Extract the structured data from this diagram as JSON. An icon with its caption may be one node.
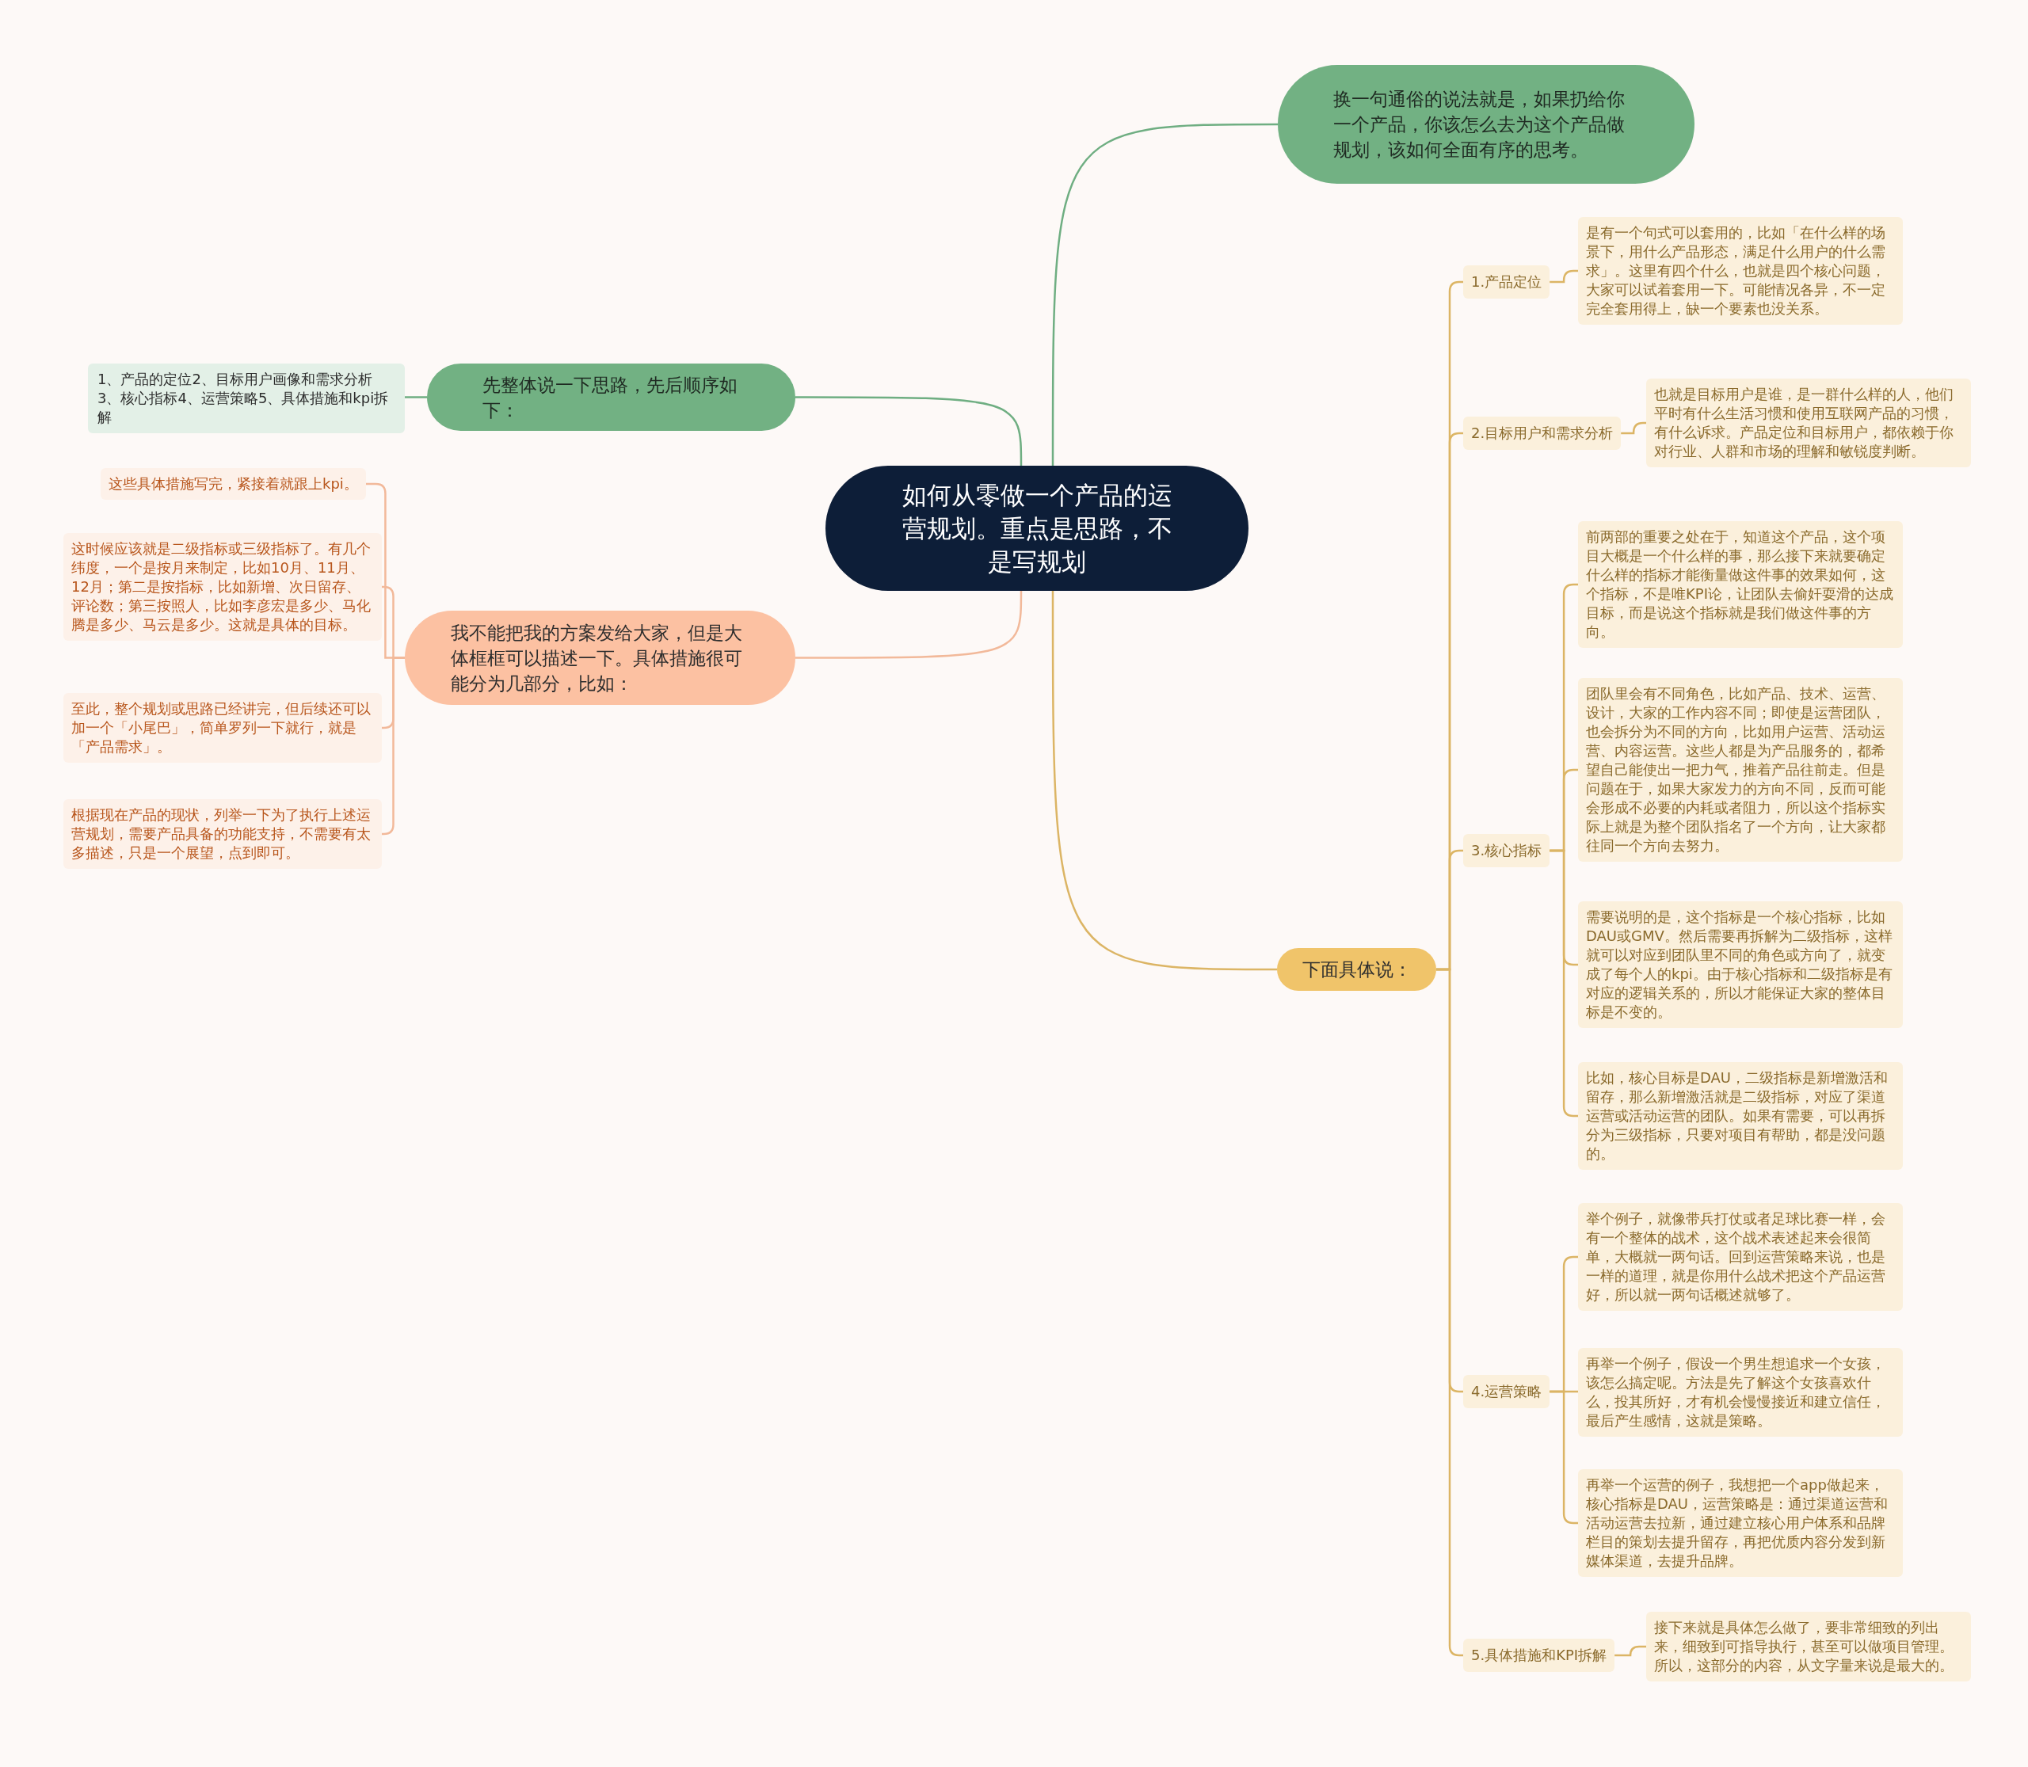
{
  "diagram": {
    "nodes": [
      {
        "text": [
          "如何从零做一个产品的运营规划。重点是思路，不是写规划"
        ]
      },
      {
        "text": [
          "先整体说一下思路，先后顺序如下："
        ]
      },
      {
        "text": [
          "1、产品的定位2、目标用户画像和需求分析3、核心指标4、运营策略5、具体措施和kpi拆解"
        ]
      },
      {
        "text": [
          "我不能把我的方案发给大家，但是大体框框可以描述一下。具体措施很可能分为几部分，比如："
        ]
      },
      {
        "text": [
          "这些具体措施写完，紧接着就跟上kpi。"
        ]
      },
      {
        "text": [
          "这时候应该就是二级指标或三级指标了。有几个纬度，一个是按月来制定，比如10月、11月、12月；第二是按指标，比如新增、次日留存、评论数；第三按照人，比如李彦宏是多少、马化腾是多少、马云是多少。这就是具体的目标。"
        ]
      },
      {
        "text": [
          "至此，整个规划或思路已经讲完，但后续还可以加一个「小尾巴」，简单罗列一下就行，就是「产品需求」。"
        ]
      },
      {
        "text": [
          "根据现在产品的现状，列举一下为了执行上述运营规划，需要产品具备的功能支持，不需要有太多描述，只是一个展望，点到即可。"
        ]
      },
      {
        "text": [
          "换一句通俗的说法就是，如果扔给你一个产品，你该怎么去为这个产品做规划，该如何全面有序的思考。"
        ]
      },
      {
        "text": [
          "下面具体说："
        ]
      },
      {
        "text": [
          "1.产品定位"
        ]
      },
      {
        "text": [
          "是有一个句式可以套用的，比如「在什么样的场景下，用什么产品形态，满足什么用户的什么需求」。这里有四个什么，也就是四个核心问题，大家可以试着套用一下。可能情况各异，不一定完全套用得上，缺一个要素也没关系。"
        ]
      },
      {
        "text": [
          "2.目标用户和需求分析"
        ]
      },
      {
        "text": [
          "也就是目标用户是谁，是一群什么样的人，他们平时有什么生活习惯和使用互联网产品的习惯，有什么诉求。产品定位和目标用户，都依赖于你对行业、人群和市场的理解和敏锐度判断。"
        ]
      },
      {
        "text": [
          "3.核心指标"
        ]
      },
      {
        "text": [
          "前两部的重要之处在于，知道这个产品，这个项目大概是一个什么样的事，那么接下来就要确定什么样的指标才能衡量做这件事的效果如何，这个指标，不是唯KPI论，让团队去偷奸耍滑的达成目标，而是说这个指标就是我们做这件事的方向。"
        ]
      },
      {
        "text": [
          "团队里会有不同角色，比如产品、技术、运营、设计，大家的工作内容不同；即使是运营团队，也会拆分为不同的方向，比如用户运营、活动运营、内容运营。这些人都是为产品服务的，都希望自己能使出一把力气，推着产品往前走。但是问题在于，如果大家发力的方向不同，反而可能会形成不必要的内耗或者阻力，所以这个指标实际上就是为整个团队指名了一个方向，让大家都往同一个方向去努力。"
        ]
      },
      {
        "text": [
          "需要说明的是，这个指标是一个核心指标，比如DAU或GMV。然后需要再拆解为二级指标，这样就可以对应到团队里不同的角色或方向了，就变成了每个人的kpi。由于核心指标和二级指标是有对应的逻辑关系的，所以才能保证大家的整体目标是不变的。"
        ]
      },
      {
        "text": [
          "比如，核心目标是DAU，二级指标是新增激活和留存，那么新增激活就是二级指标，对应了渠道运营或活动运营的团队。如果有需要，可以再拆分为三级指标，只要对项目有帮助，都是没问题的。"
        ]
      },
      {
        "text": [
          "4.运营策略"
        ]
      },
      {
        "text": [
          "举个例子，就像带兵打仗或者足球比赛一样，会有一个整体的战术，这个战术表述起来会很简单，大概就一两句话。回到运营策略来说，也是一样的道理，就是你用什么战术把这个产品运营好，所以就一两句话概述就够了。"
        ]
      },
      {
        "text": [
          "再举一个例子，假设一个男生想追求一个女孩，该怎么搞定呢。方法是先了解这个女孩喜欢什么，投其所好，才有机会慢慢接近和建立信任，最后产生感情，这就是策略。"
        ]
      },
      {
        "text": [
          "再举一个运营的例子，我想把一个app做起来，核心指标是DAU，运营策略是：通过渠道运营和活动运营去拉新，通过建立核心用户体系和品牌栏目的策划去提升留存，再把优质内容分发到新媒体渠道，去提升品牌。"
        ]
      },
      {
        "text": [
          "5.具体措施和KPI拆解"
        ]
      },
      {
        "text": [
          "接下来就是具体怎么做了，要非常细致的列出来，细致到可指导执行，甚至可以做项目管理。所以，这部分的内容，从文字量来说是最大的。"
        ]
      }
    ],
    "edges": [
      {
        "from": 0,
        "to": 1,
        "arrow": "none",
        "color": "#6fae82"
      },
      {
        "from": 1,
        "to": 2,
        "arrow": "none",
        "color": "#6fae82"
      },
      {
        "from": 0,
        "to": 3,
        "arrow": "none",
        "color": "#f2b99a"
      },
      {
        "from": 3,
        "to": 4,
        "arrow": "none",
        "color": "#f2b99a"
      },
      {
        "from": 3,
        "to": 5,
        "arrow": "none",
        "color": "#f2b99a"
      },
      {
        "from": 3,
        "to": 6,
        "arrow": "none",
        "color": "#f2b99a"
      },
      {
        "from": 3,
        "to": 7,
        "arrow": "none",
        "color": "#f2b99a"
      },
      {
        "from": 0,
        "to": 8,
        "arrow": "none",
        "color": "#6fae82"
      },
      {
        "from": 0,
        "to": 9,
        "arrow": "none"
      },
      {
        "from": 9,
        "to": 10,
        "arrow": "none"
      },
      {
        "from": 10,
        "to": 11,
        "arrow": "none"
      },
      {
        "from": 9,
        "to": 12,
        "arrow": "none"
      },
      {
        "from": 12,
        "to": 13,
        "arrow": "none"
      },
      {
        "from": 9,
        "to": 14,
        "arrow": "none"
      },
      {
        "from": 14,
        "to": 15,
        "arrow": "none"
      },
      {
        "from": 14,
        "to": 16,
        "arrow": "none"
      },
      {
        "from": 14,
        "to": 17,
        "arrow": "none"
      },
      {
        "from": 14,
        "to": 18,
        "arrow": "none"
      },
      {
        "from": 9,
        "to": 19,
        "arrow": "none"
      },
      {
        "from": 19,
        "to": 20,
        "arrow": "none"
      },
      {
        "from": 19,
        "to": 21,
        "arrow": "none"
      },
      {
        "from": 19,
        "to": 22,
        "arrow": "none"
      },
      {
        "from": 9,
        "to": 23,
        "arrow": "none"
      },
      {
        "from": 23,
        "to": 24,
        "arrow": "none"
      }
    ]
  }
}
